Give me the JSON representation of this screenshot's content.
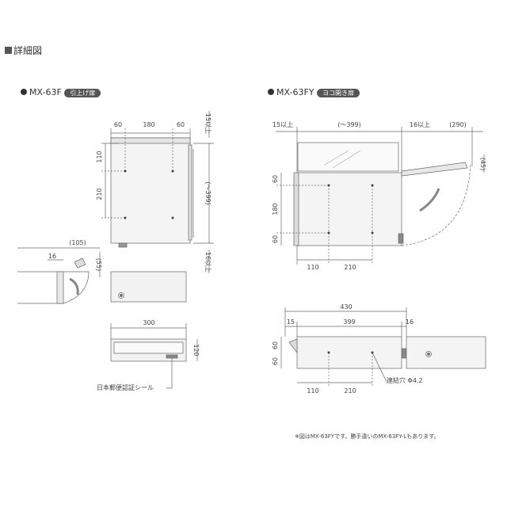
{
  "header": {
    "title": "詳細図"
  },
  "left_model": {
    "name": "MX-63F",
    "badge": "引上げ扉",
    "front_top_dims": [
      "60",
      "180",
      "60"
    ],
    "front_left_dims": [
      "110",
      "210"
    ],
    "front_right_total": "(～399)",
    "front_top_clearance": "15以上",
    "front_bottom_clearance": "16以上",
    "side_depth": "(105)",
    "side_offset": "16",
    "side_angle": "(55)",
    "bottom_width": "300",
    "bottom_height": "120",
    "seal_label": "日本郵便認証シール"
  },
  "right_model": {
    "name": "MX-63FY",
    "badge": "ヨコ開き扉",
    "top_left_clearance": "15以上",
    "top_width": "(～399)",
    "top_right_clearance": "16以上",
    "top_swing": "(290)",
    "top_angle": "(45)",
    "front_left_dims": [
      "60",
      "180",
      "60"
    ],
    "front_bottom_dims": [
      "110",
      "210"
    ],
    "bottom_total": "430",
    "bottom_dims": [
      "15",
      "399",
      "16"
    ],
    "bottom_left_dims": [
      "60",
      "60"
    ],
    "bottom_lower_dims": [
      "110",
      "210"
    ],
    "hole_label": "連結穴 Φ4.2"
  },
  "footnote": "※図はMX-63FYです。勝手違いのMX-63FY-Lもあります。",
  "colors": {
    "line": "#555555",
    "body_fill": "#f2f2f2",
    "badge_bg": "#555555"
  }
}
